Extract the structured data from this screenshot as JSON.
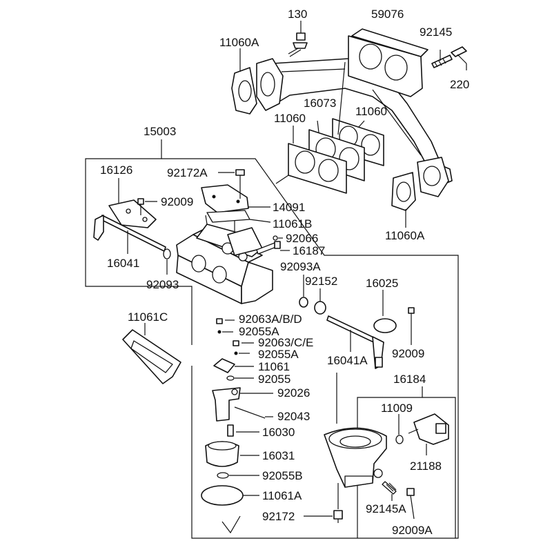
{
  "labels": {
    "p130": "130",
    "p59076": "59076",
    "p11060A_top": "11060A",
    "p92145_top": "92145",
    "p220": "220",
    "p16073": "16073",
    "p11060_left": "11060",
    "p11060_right": "11060",
    "p15003": "15003",
    "p16126": "16126",
    "p92172A": "92172A",
    "p92009_left": "92009",
    "p14091": "14091",
    "p11061B": "11061B",
    "p11060A_right": "11060A",
    "p92066": "92066",
    "p16187": "16187",
    "p16041": "16041",
    "p92093": "92093",
    "p92093A": "92093A",
    "p92152": "92152",
    "p16025": "16025",
    "p11061C": "11061C",
    "p92063ABD": "92063A/B/D",
    "p92055A_1": "92055A",
    "p92063CE": "92063/C/E",
    "p92055A_2": "92055A",
    "p11061": "11061",
    "p92055": "92055",
    "p92026": "92026",
    "p16041A": "16041A",
    "p92009_right": "92009",
    "p16184": "16184",
    "p11009": "11009",
    "p92043": "92043",
    "p16030": "16030",
    "p16031": "16031",
    "p21188": "21188",
    "p92055B": "92055B",
    "p11061A": "11061A",
    "p92172": "92172",
    "p92145A": "92145A",
    "p92009A": "92009A"
  }
}
